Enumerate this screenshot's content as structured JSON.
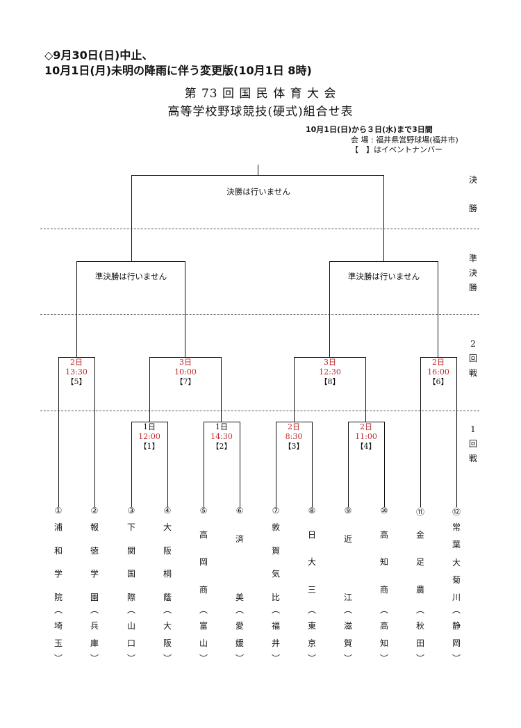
{
  "notice": {
    "line1": "◇9月30日(日)中止、",
    "line2": "10月1日(月)未明の降雨に伴う変更版(10月1日 8時)"
  },
  "title": {
    "line1": "第 73 回 国 民 体 育 大 会",
    "line2": "高等学校野球競技(硬式)組合せ表"
  },
  "info": {
    "period": "10月1日(日)から３日(水)まで3日間",
    "venue": "会 場 : 福井県営野球場(福井市)",
    "legend": "【　】はイベントナンバー"
  },
  "rounds": {
    "final": [
      "決",
      "勝"
    ],
    "semi": [
      "準",
      "決",
      "勝"
    ],
    "second": [
      "2",
      "回",
      "戦"
    ],
    "first": [
      "1",
      "回",
      "戦"
    ]
  },
  "final_note": "決勝は行いません",
  "semi_notes": {
    "left": "準決勝は行いません",
    "right": "準決勝は行いません"
  },
  "first_round": [
    {
      "day": "1日",
      "time": "12:00",
      "event": "【1】"
    },
    {
      "day": "1日",
      "time": "14:30",
      "event": "【2】"
    },
    {
      "day": "2日",
      "time": "8:30",
      "event": "【3】"
    },
    {
      "day": "2日",
      "time": "11:00",
      "event": "【4】"
    }
  ],
  "second_round": [
    {
      "day": "2日",
      "time": "13:30",
      "event": "【5】"
    },
    {
      "day": "3日",
      "time": "10:00",
      "event": "【7】"
    },
    {
      "day": "3日",
      "time": "12:30",
      "event": "【8】"
    },
    {
      "day": "2日",
      "time": "16:00",
      "event": "【6】"
    }
  ],
  "teams": [
    {
      "num": "①",
      "name": [
        "浦",
        "和",
        "学",
        "院"
      ],
      "pref": [
        "埼",
        "玉"
      ]
    },
    {
      "num": "②",
      "name": [
        "報",
        "徳",
        "学",
        "園"
      ],
      "pref": [
        "兵",
        "庫"
      ]
    },
    {
      "num": "③",
      "name": [
        "下",
        "関",
        "国",
        "際"
      ],
      "pref": [
        "山",
        "口"
      ]
    },
    {
      "num": "④",
      "name": [
        "大",
        "阪",
        "桐",
        "蔭"
      ],
      "pref": [
        "大",
        "阪"
      ]
    },
    {
      "num": "⑤",
      "name": [
        "高",
        "岡",
        "商"
      ],
      "pref": [
        "富",
        "山"
      ]
    },
    {
      "num": "⑥",
      "name": [
        "済",
        "美"
      ],
      "pref": [
        "愛",
        "媛"
      ]
    },
    {
      "num": "⑦",
      "name": [
        "敦",
        "賀",
        "気",
        "比"
      ],
      "pref": [
        "福",
        "井"
      ]
    },
    {
      "num": "⑧",
      "name": [
        "日",
        "大",
        "三"
      ],
      "pref": [
        "東",
        "京"
      ]
    },
    {
      "num": "⑨",
      "name": [
        "近",
        "江"
      ],
      "pref": [
        "滋",
        "賀"
      ]
    },
    {
      "num": "⑩",
      "name": [
        "高",
        "知",
        "商"
      ],
      "pref": [
        "高",
        "知"
      ]
    },
    {
      "num": "⑪",
      "name": [
        "金",
        "足",
        "農"
      ],
      "pref": [
        "秋",
        "田"
      ]
    },
    {
      "num": "⑫",
      "name": [
        "常",
        "葉",
        "大",
        "菊",
        "川"
      ],
      "pref": [
        "静",
        "岡"
      ]
    }
  ],
  "colors": {
    "time_text": "#c0262b",
    "line": "#111111"
  }
}
